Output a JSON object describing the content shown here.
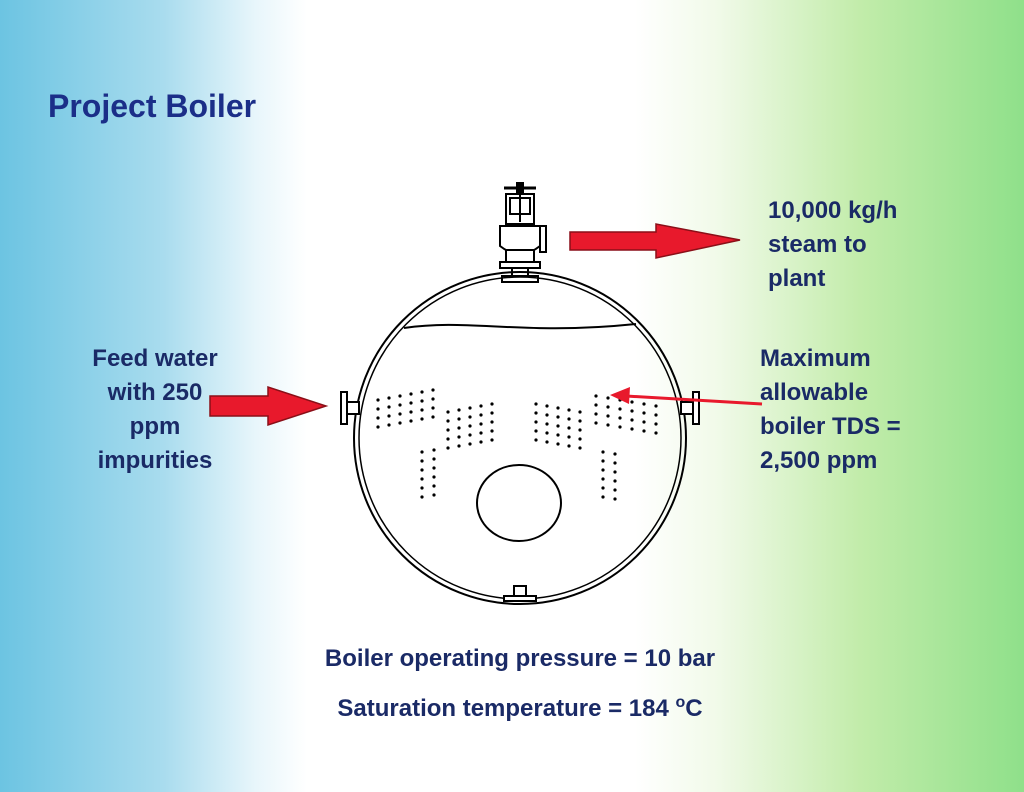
{
  "title": "Project Boiler",
  "feed_water_lines": [
    "Feed water",
    "with 250",
    "ppm",
    "impurities"
  ],
  "steam_output_lines": [
    "10,000 kg/h",
    "steam to",
    "plant"
  ],
  "max_tds_lines": [
    "Maximum",
    "allowable",
    "boiler TDS =",
    "2,500 ppm"
  ],
  "operating_pressure": "Boiler operating pressure = 10 bar",
  "saturation_temperature": {
    "prefix": "Saturation temperature = 184 ",
    "superscript": "o",
    "unit": "C"
  },
  "colors": {
    "arrow_fill": "#e8192c",
    "text": "#1a2a66",
    "title": "#1b2e88"
  }
}
